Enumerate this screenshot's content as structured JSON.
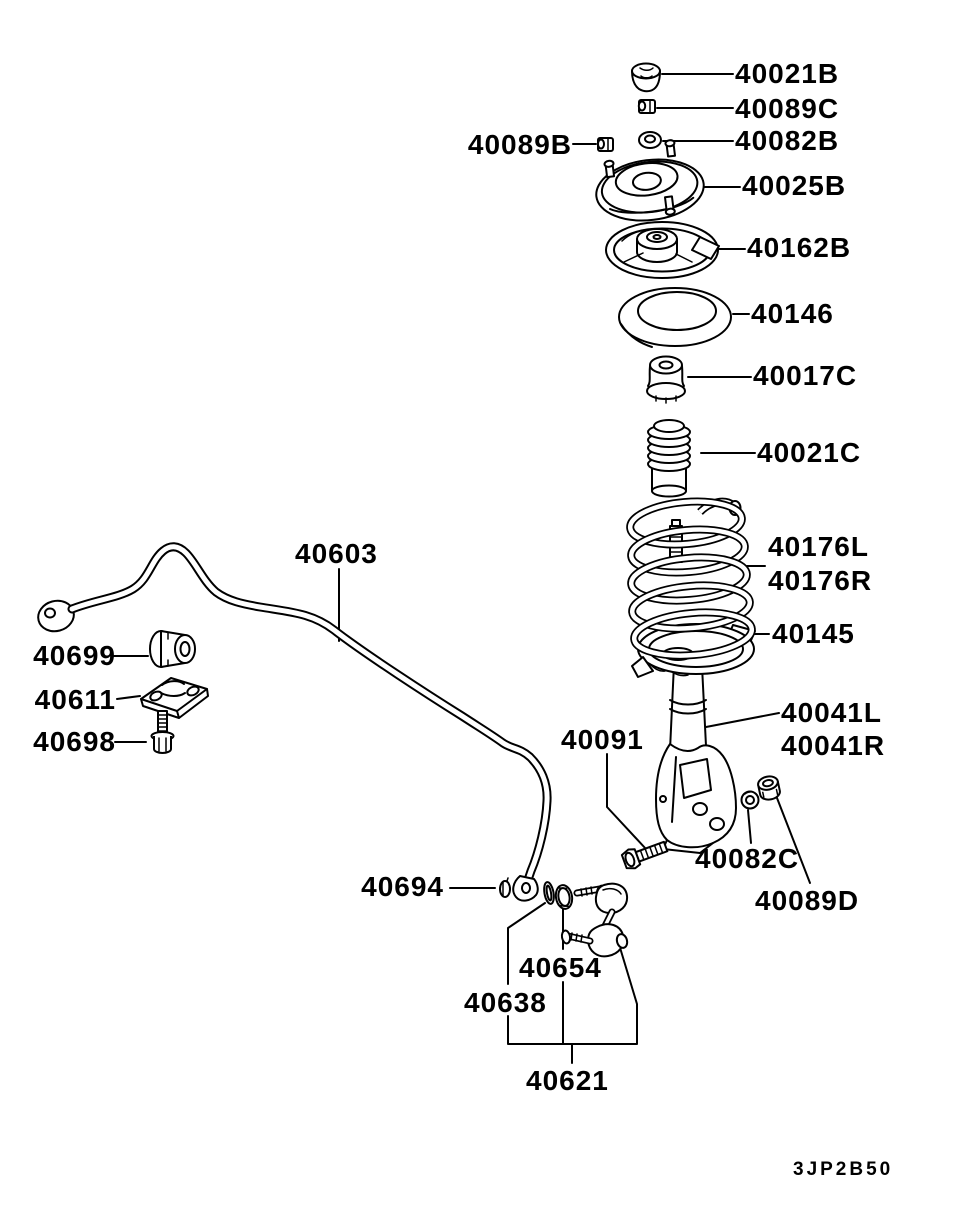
{
  "diagram": {
    "type": "parts-diagram",
    "code": "3JP2B50",
    "colors": {
      "background": "#ffffff",
      "line": "#000000",
      "text": "#000000"
    },
    "labels": [
      {
        "text": "40021B",
        "part": "cap"
      },
      {
        "text": "40089C",
        "part": "upper-nut"
      },
      {
        "text": "40089B",
        "part": "side-nut"
      },
      {
        "text": "40082B",
        "part": "upper-washer"
      },
      {
        "text": "40025B",
        "part": "strut-mount"
      },
      {
        "text": "40162B",
        "part": "upper-spring-seat"
      },
      {
        "text": "40146",
        "part": "spring-pad"
      },
      {
        "text": "40017C",
        "part": "bump-stopper"
      },
      {
        "text": "40021C",
        "part": "dust-cover"
      },
      {
        "text": "40176L",
        "part": "coil-spring-left"
      },
      {
        "text": "40176R",
        "part": "coil-spring-right"
      },
      {
        "text": "40145",
        "part": "lower-spring-seat"
      },
      {
        "text": "40041L",
        "part": "strut-assembly-left"
      },
      {
        "text": "40041R",
        "part": "strut-assembly-right"
      },
      {
        "text": "40603",
        "part": "stabilizer-bar"
      },
      {
        "text": "40699",
        "part": "stabilizer-bushing"
      },
      {
        "text": "40611",
        "part": "stabilizer-bracket"
      },
      {
        "text": "40698",
        "part": "bracket-bolt"
      },
      {
        "text": "40091",
        "part": "strut-bolt"
      },
      {
        "text": "40694",
        "part": "bar-clip"
      },
      {
        "text": "40082C",
        "part": "small-washer"
      },
      {
        "text": "40089D",
        "part": "small-nut"
      },
      {
        "text": "40654",
        "part": "link-ring"
      },
      {
        "text": "40638",
        "part": "link-washer"
      },
      {
        "text": "40621",
        "part": "stabilizer-link"
      }
    ]
  }
}
